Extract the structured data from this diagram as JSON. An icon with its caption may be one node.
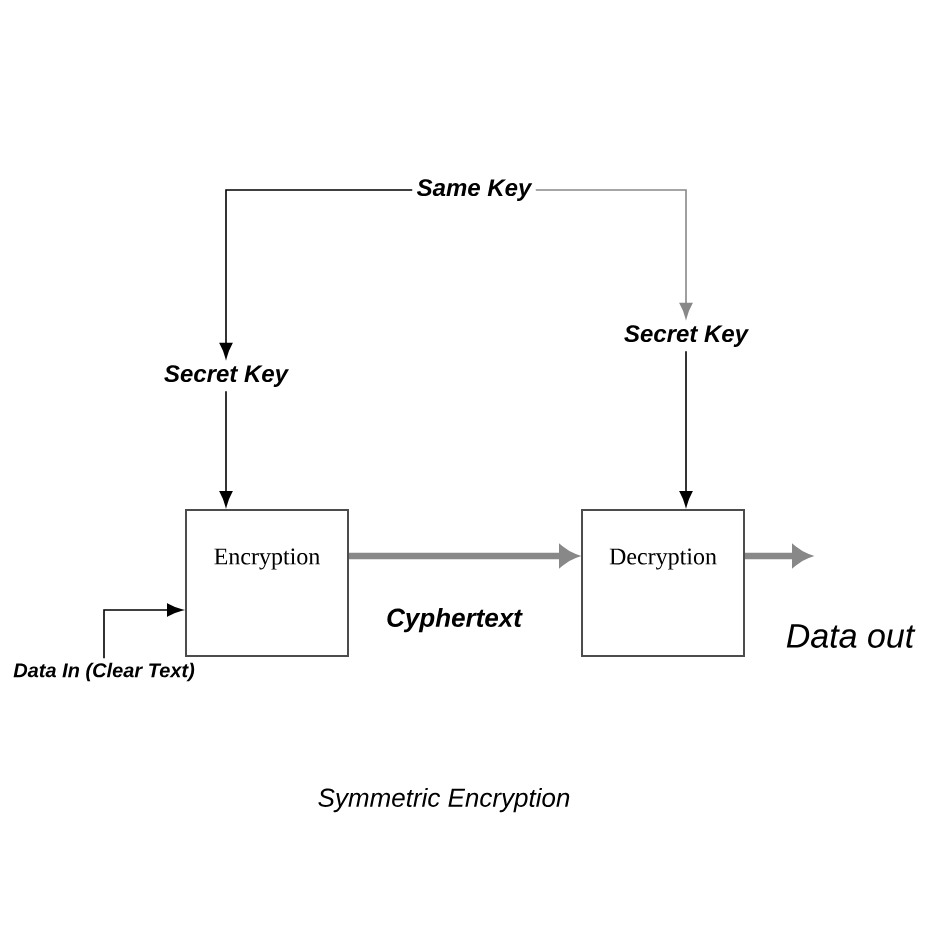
{
  "diagram": {
    "caption": "Symmetric Encryption",
    "nodes": [
      {
        "text": [
          "Same Key"
        ]
      },
      {
        "text": [
          "Secret Key"
        ]
      },
      {
        "text": [
          "Secret Key"
        ]
      },
      {
        "text": [
          "Encryption"
        ]
      },
      {
        "text": [
          "Decryption"
        ]
      },
      {
        "text": [
          "Data In (Clear Text)"
        ]
      },
      {
        "text": [
          "Data out"
        ]
      }
    ],
    "edges": [
      {
        "from": 0,
        "to": 1,
        "arrow": "to"
      },
      {
        "from": 0,
        "to": 2,
        "arrow": "to",
        "color": "#888888"
      },
      {
        "from": 1,
        "to": 3,
        "arrow": "to"
      },
      {
        "from": 2,
        "to": 4,
        "arrow": "to"
      },
      {
        "from": 5,
        "to": 3,
        "arrow": "to"
      },
      {
        "from": 3,
        "to": 4,
        "arrow": "to",
        "label": "Cyphertext",
        "style": "thick",
        "color": "#888888"
      },
      {
        "from": 4,
        "to": 6,
        "arrow": "to",
        "style": "thick",
        "color": "#888888"
      }
    ]
  }
}
